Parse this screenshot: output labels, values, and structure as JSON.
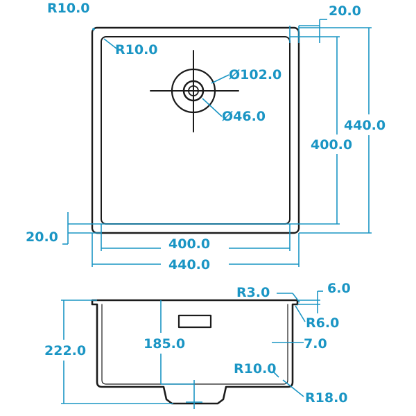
{
  "colors": {
    "dimension": "#1a95c4",
    "outline": "#1b1b1b",
    "background": "#ffffff"
  },
  "top_view": {
    "corner_radius_outer": "R10.0",
    "corner_radius_inner": "R10.0",
    "rim_right": "20.0",
    "rim_bottom": "20.0",
    "drain_outer_diameter": "Ø102.0",
    "drain_inner_diameter": "Ø46.0",
    "outer_height": "440.0",
    "inner_height": "400.0",
    "inner_width": "400.0",
    "outer_width": "440.0"
  },
  "section_view": {
    "rim_top_radius": "R3.0",
    "rim_thickness": "6.0",
    "rim_inner_radius": "R6.0",
    "wall_thickness": "7.0",
    "inner_bottom_radius": "R10.0",
    "outer_bottom_radius": "R18.0",
    "total_depth": "222.0",
    "bowl_depth": "185.0"
  }
}
